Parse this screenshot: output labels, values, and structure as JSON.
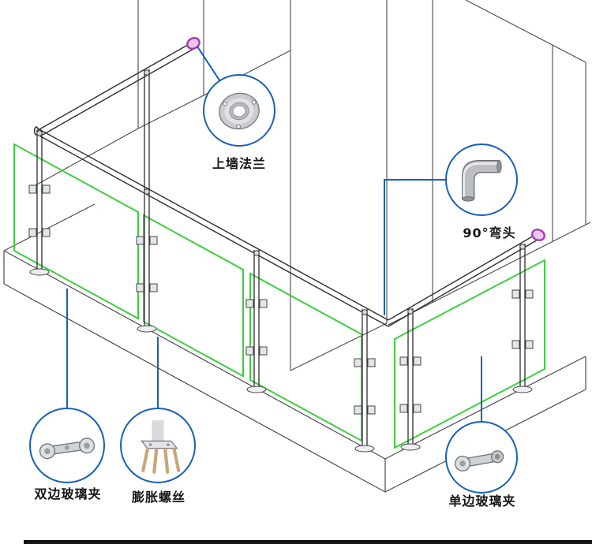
{
  "diagram": {
    "type": "isometric-installation-callout",
    "callouts": [
      {
        "id": "wall-flange",
        "label": "上墙法兰"
      },
      {
        "id": "elbow-90",
        "label": "90°弯头"
      },
      {
        "id": "double-glass-clamp",
        "label": "双边玻璃夹"
      },
      {
        "id": "expansion-bolt",
        "label": "膨胀螺丝"
      },
      {
        "id": "single-glass-clamp",
        "label": "单边玻璃夹"
      }
    ],
    "colors": {
      "callout_blue": "#1760b8",
      "glass_green": "#3ecf3e",
      "flange_purple": "#a23bb5",
      "drawing_line": "#3a3a3a"
    }
  }
}
